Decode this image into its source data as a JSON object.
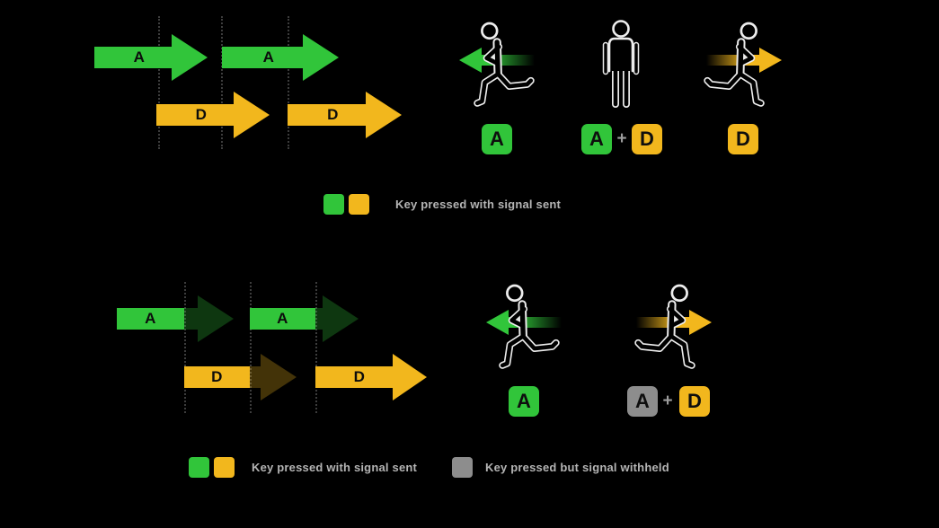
{
  "colors": {
    "background": "#000000",
    "green": "#31c53a",
    "yellow": "#f2b71d",
    "gray": "#8d8d8d",
    "key_letter": "#0e0e0e",
    "legend_text": "#b4b4b4",
    "figure_outline": "#ededed"
  },
  "plus": "+",
  "top": {
    "arrows": [
      {
        "id": "a1",
        "label": "A",
        "color": "green",
        "state": "sent"
      },
      {
        "id": "a2",
        "label": "A",
        "color": "green",
        "state": "sent"
      },
      {
        "id": "d1",
        "label": "D",
        "color": "yellow",
        "state": "sent"
      },
      {
        "id": "d2",
        "label": "D",
        "color": "yellow",
        "state": "sent"
      }
    ],
    "figures": [
      {
        "icon": "running-person-left-icon",
        "arrow": "green-left",
        "keys": [
          {
            "label": "A",
            "color": "green"
          }
        ]
      },
      {
        "icon": "standing-person-icon",
        "arrow": "none",
        "keys": [
          {
            "label": "A",
            "color": "green"
          },
          {
            "label": "D",
            "color": "yellow"
          }
        ]
      },
      {
        "icon": "running-person-right-icon",
        "arrow": "yellow-right",
        "keys": [
          {
            "label": "D",
            "color": "yellow"
          }
        ]
      }
    ],
    "legend": [
      {
        "swatches": [
          "green",
          "yellow"
        ],
        "label": "Key pressed with signal sent"
      }
    ]
  },
  "bottom": {
    "arrows": [
      {
        "id": "a1",
        "label": "A",
        "color": "green",
        "state": "partially-withheld"
      },
      {
        "id": "a2",
        "label": "A",
        "color": "green",
        "state": "partially-withheld"
      },
      {
        "id": "d1",
        "label": "D",
        "color": "yellow",
        "state": "partially-withheld"
      },
      {
        "id": "d2",
        "label": "D",
        "color": "yellow",
        "state": "sent"
      }
    ],
    "figures": [
      {
        "icon": "running-person-left-icon",
        "arrow": "green-left",
        "keys": [
          {
            "label": "A",
            "color": "green"
          }
        ]
      },
      {
        "icon": "running-person-right-icon",
        "arrow": "yellow-right",
        "keys": [
          {
            "label": "A",
            "color": "gray"
          },
          {
            "label": "D",
            "color": "yellow"
          }
        ]
      }
    ],
    "legend": [
      {
        "swatches": [
          "green",
          "yellow"
        ],
        "label": "Key pressed with signal sent"
      },
      {
        "swatches": [
          "gray"
        ],
        "label": "Key pressed but signal withheld"
      }
    ]
  }
}
